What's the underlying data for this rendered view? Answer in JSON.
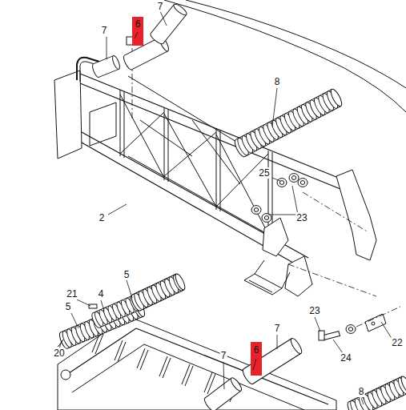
{
  "diagram": {
    "labels": [
      "7",
      "6",
      "7",
      "8",
      "25",
      "23",
      "2",
      "5",
      "21",
      "4",
      "5",
      "23",
      "22",
      "7",
      "6",
      "20",
      "24",
      "7",
      "8"
    ]
  }
}
